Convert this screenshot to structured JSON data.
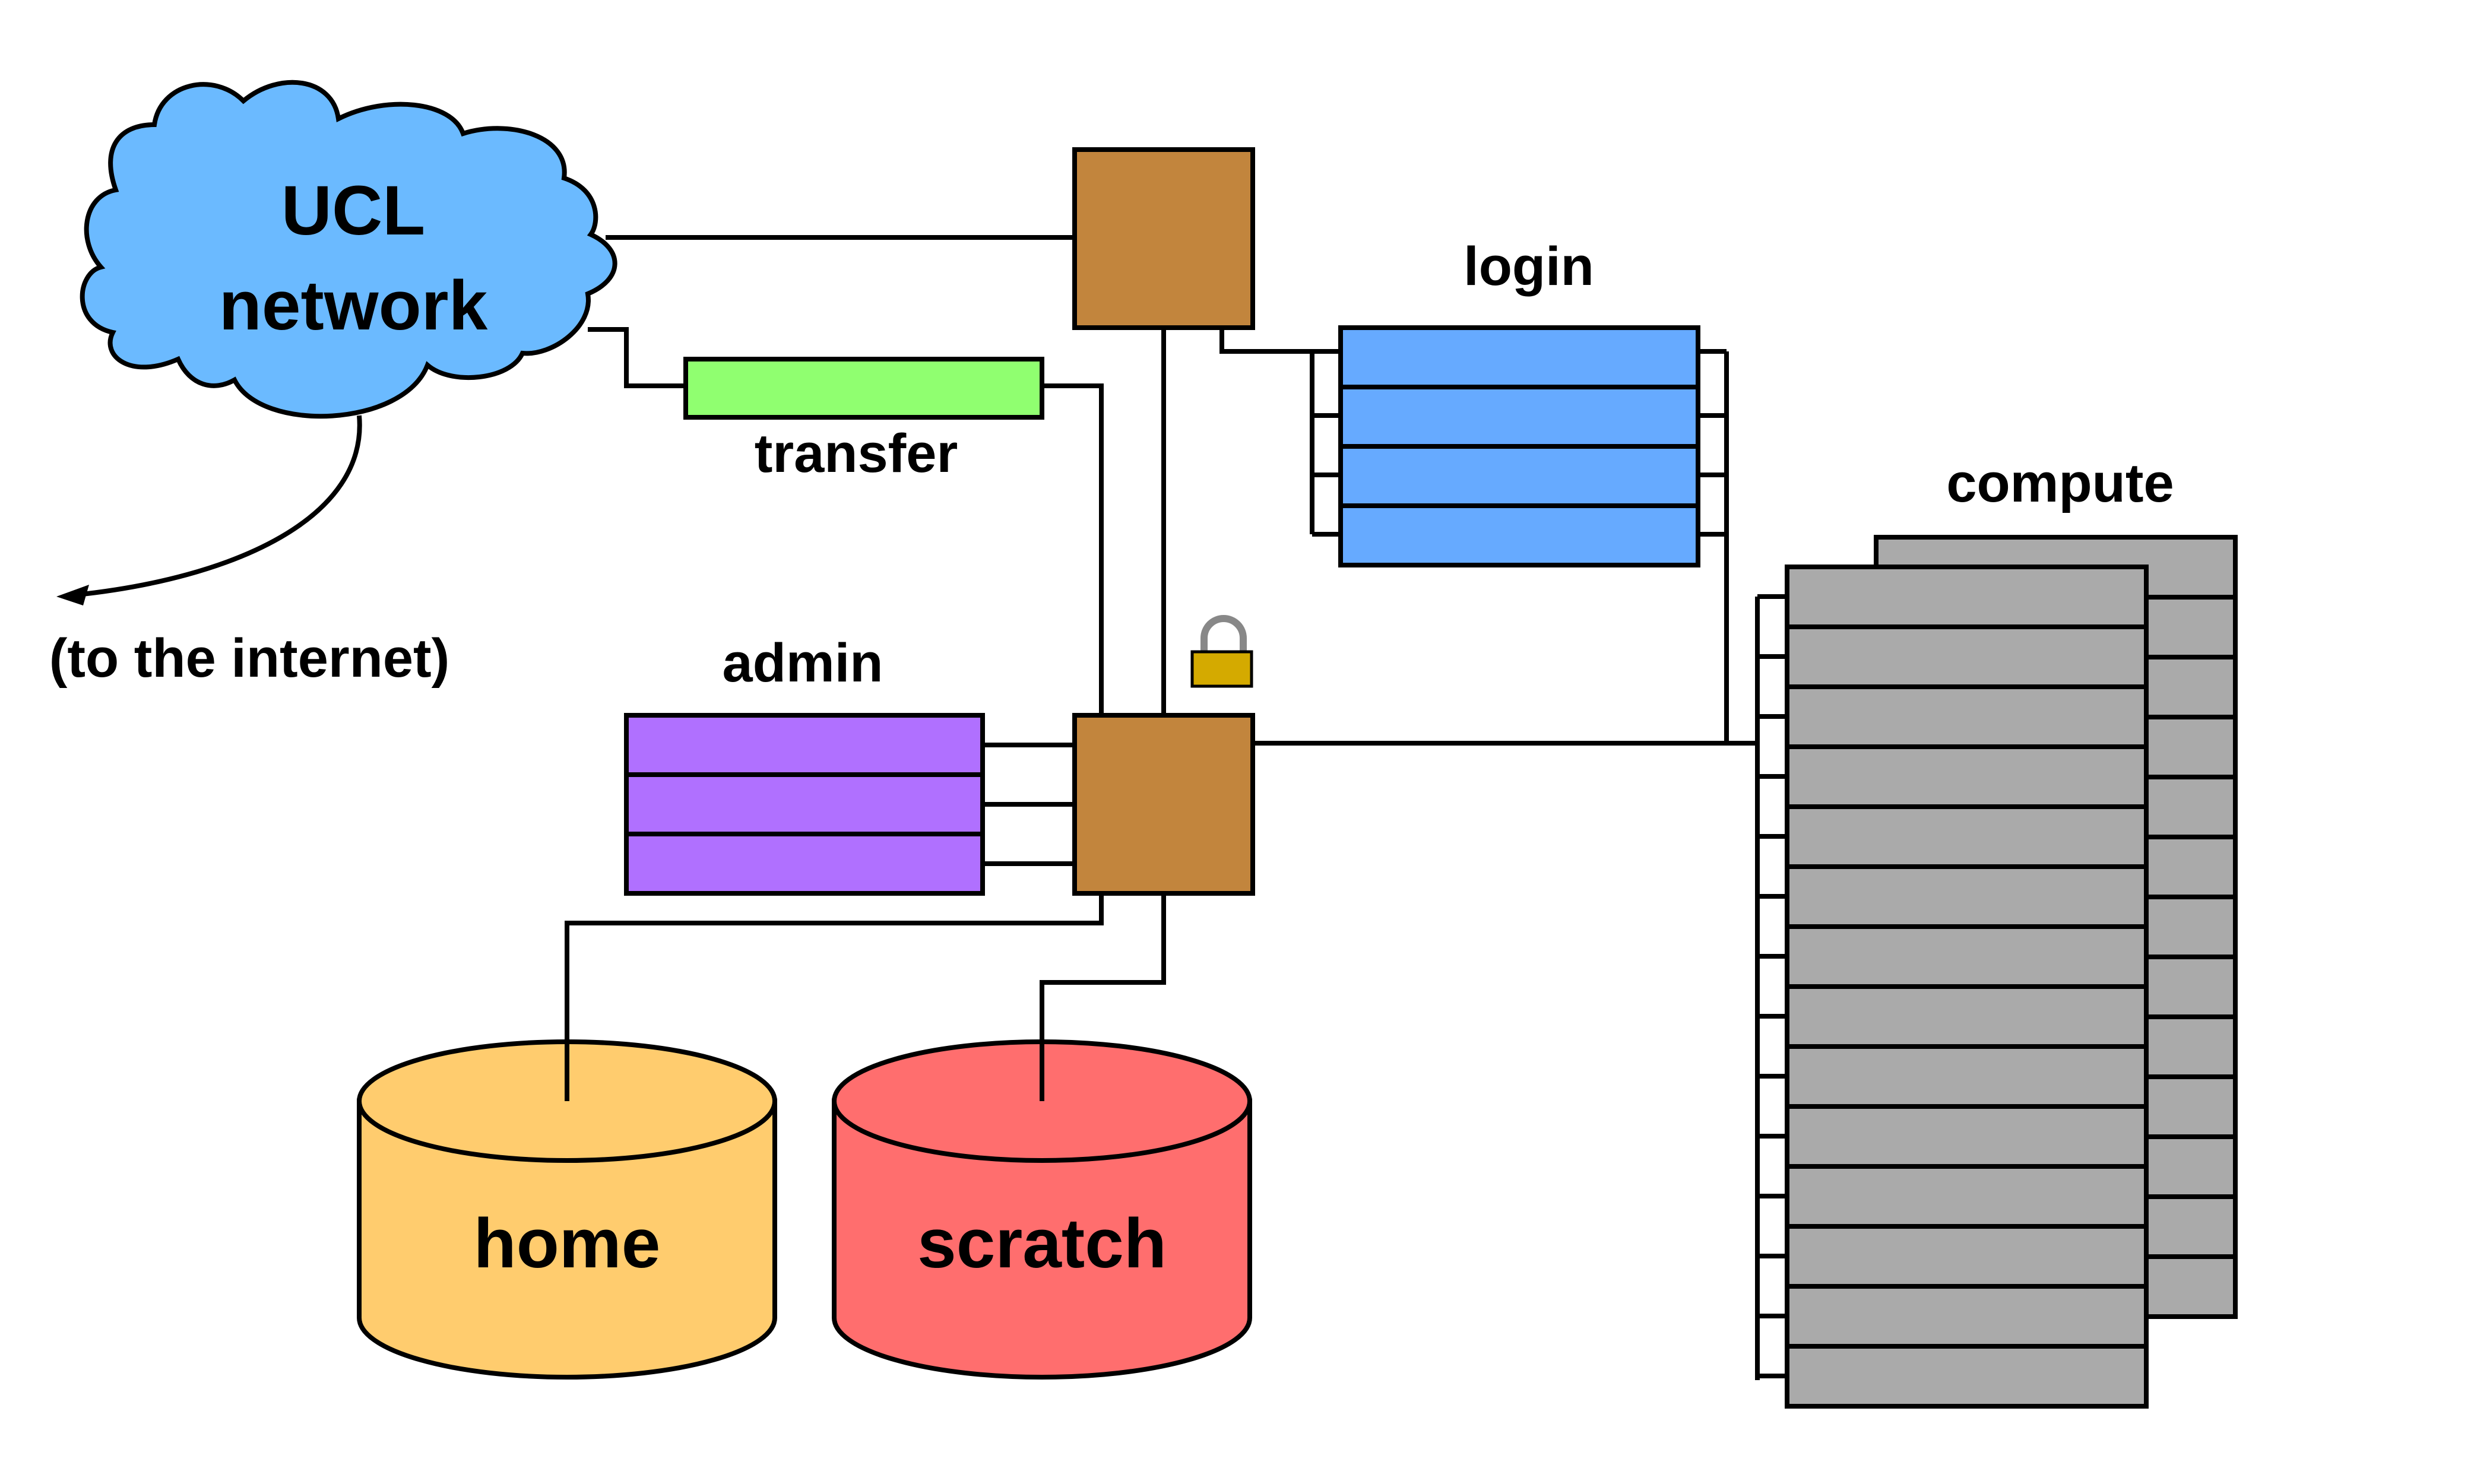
{
  "network": {
    "line1": "UCL",
    "line2": "network",
    "color": "#6bbaff"
  },
  "internet_label": "(to the internet)",
  "transfer": {
    "label": "transfer",
    "color": "#90ff70"
  },
  "login": {
    "label": "login",
    "color": "#66aaff",
    "nodes": 4
  },
  "admin": {
    "label": "admin",
    "color": "#b070ff",
    "nodes": 3
  },
  "compute": {
    "label": "compute",
    "color": "#aaaaaa",
    "nodes_front": 14,
    "nodes_back": 13
  },
  "switch": {
    "color": "#c2853d"
  },
  "lock": {
    "icon": "padlock-icon",
    "color": "#d4aa00"
  },
  "storage": [
    {
      "label": "home",
      "color": "#ffcc6e"
    },
    {
      "label": "scratch",
      "color": "#ff6e6e"
    }
  ]
}
